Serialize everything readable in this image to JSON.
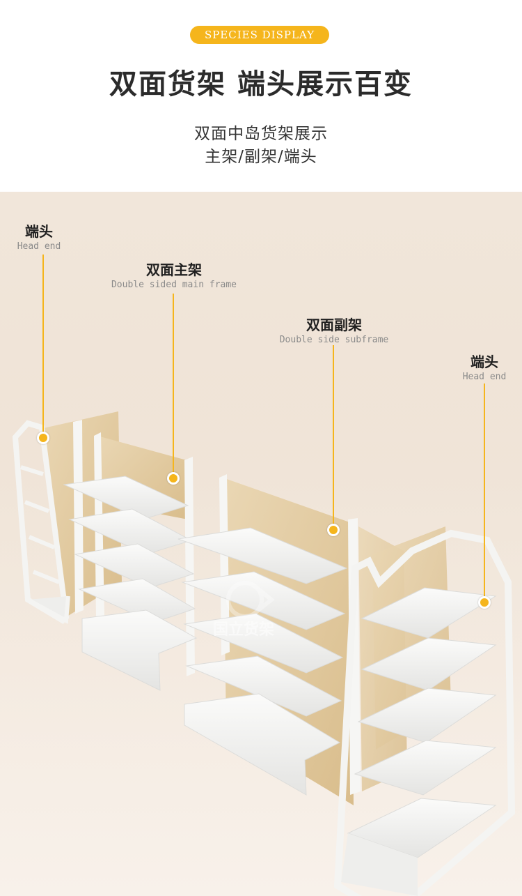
{
  "badge": "SPECIES DISPLAY",
  "title": "双面货架 端头展示百变",
  "subtitle_line1": "双面中岛货架展示",
  "subtitle_line2": "主架/副架/端头",
  "labels": {
    "head_end_left": {
      "cn": "端头",
      "en": "Head end"
    },
    "main_frame": {
      "cn": "双面主架",
      "en": "Double sided main frame"
    },
    "sub_frame": {
      "cn": "双面副架",
      "en": "Double side subframe"
    },
    "head_end_right": {
      "cn": "端头",
      "en": "Head end"
    }
  },
  "watermark": "国立货架",
  "colors": {
    "accent": "#f5b51c",
    "wood": "#e3cda6",
    "shelf": "#f7f7f5",
    "background": "#f1e6da"
  }
}
